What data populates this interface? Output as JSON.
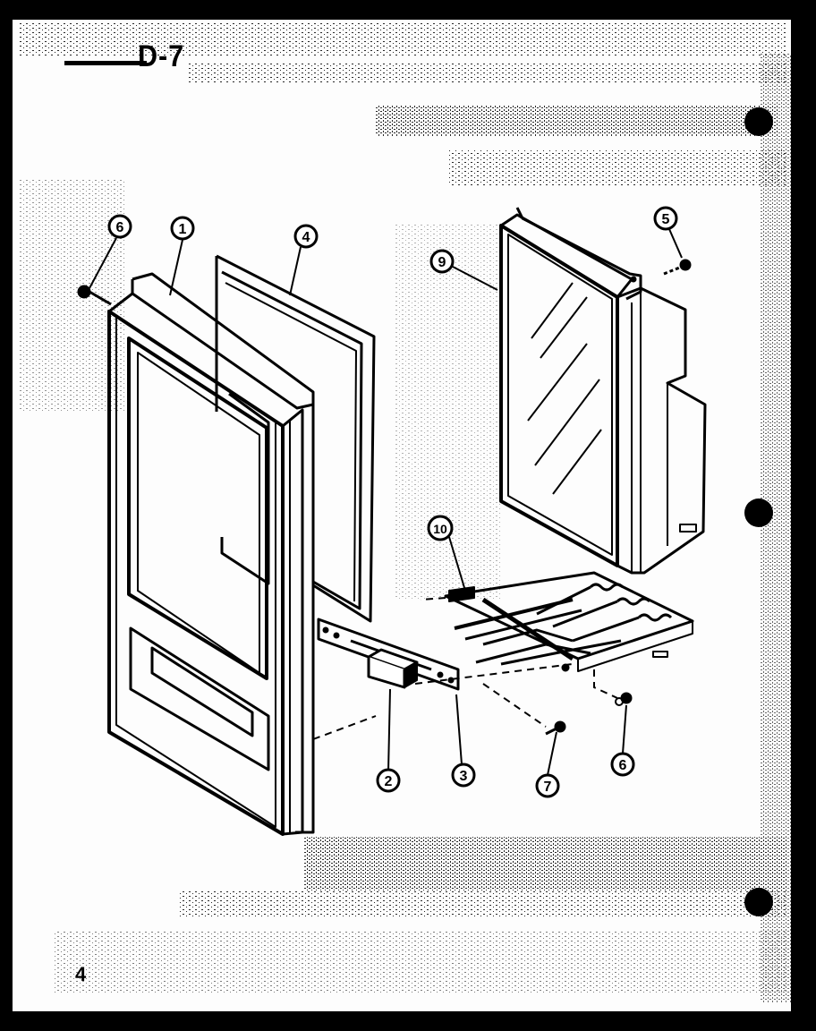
{
  "diagram": {
    "title": "D-7",
    "page_number": "4",
    "parts": [
      {
        "id": "p1",
        "label": "1"
      },
      {
        "id": "p2",
        "label": "2"
      },
      {
        "id": "p3",
        "label": "3"
      },
      {
        "id": "p4",
        "label": "4"
      },
      {
        "id": "p5",
        "label": "5"
      },
      {
        "id": "p6a",
        "label": "6"
      },
      {
        "id": "p6b",
        "label": "6"
      },
      {
        "id": "p7",
        "label": "7"
      },
      {
        "id": "p9",
        "label": "9"
      },
      {
        "id": "p10",
        "label": "10"
      }
    ],
    "colors": {
      "ink": "#000000",
      "paper": "#fdfdfd",
      "shade": "#9a9a9a"
    }
  }
}
